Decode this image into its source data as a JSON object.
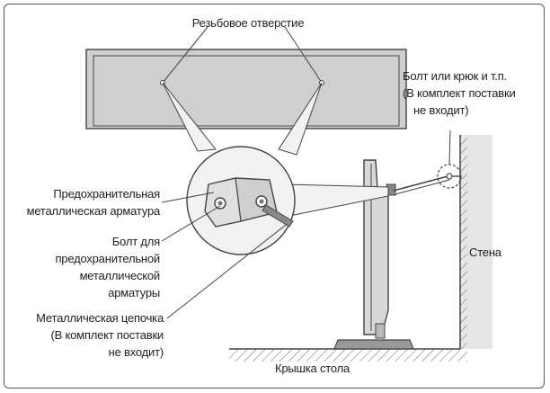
{
  "labels": {
    "threaded_hole": "Резьбовое отверстие",
    "bolt_hook": [
      "Болт или крюк и т.п.",
      "(В комплект поставки",
      "не входит)"
    ],
    "safety_bracket": [
      "Предохранительная",
      "металлическая арматура"
    ],
    "bracket_bolt": [
      "Болт для",
      "предохранительной",
      "металлической",
      "арматуры"
    ],
    "chain": [
      "Металлическая цепочка",
      "(В комплект поставки",
      "не входит)"
    ],
    "wall": "Стена",
    "table_top": "Крышка стола"
  },
  "colors": {
    "line": "#444444",
    "tv_fill": "#cfcfcf",
    "wall_fill": "#e6e6e6",
    "callout_fill": "#f2f2f2",
    "dark_part": "#777777"
  }
}
